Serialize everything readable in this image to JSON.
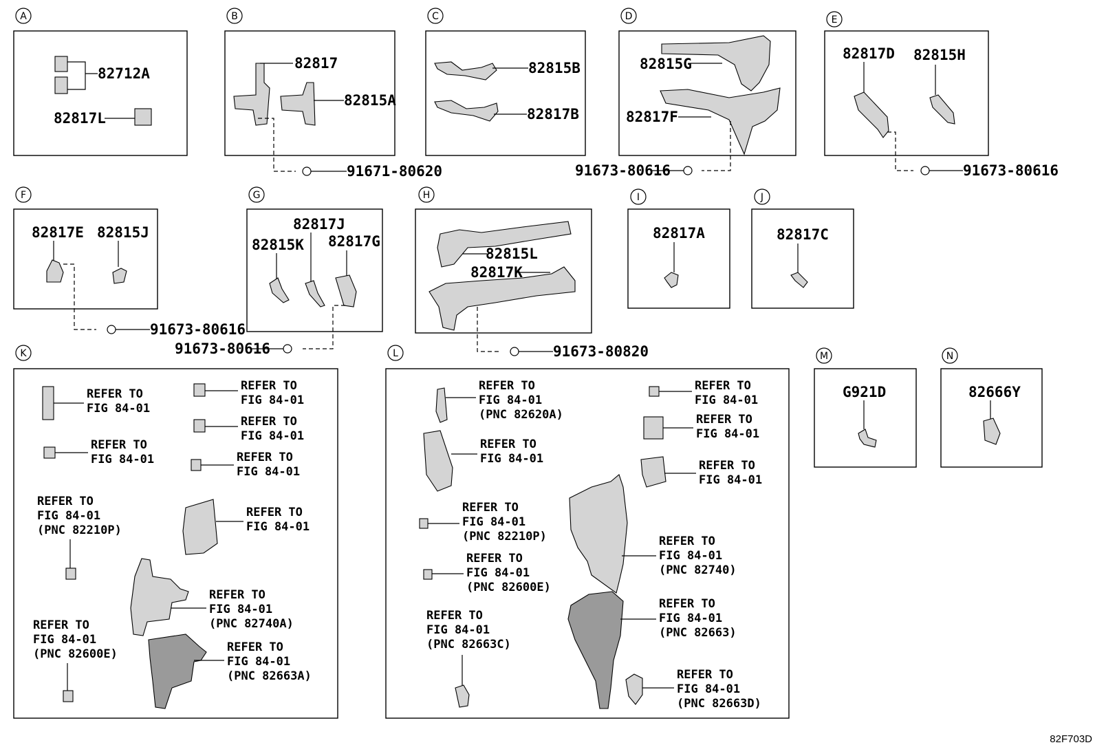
{
  "diagram_code": "82F703D",
  "sections": [
    {
      "id": "A",
      "labels": [
        "82712A",
        "82817L"
      ]
    },
    {
      "id": "B",
      "labels": [
        "82817",
        "82815A",
        "91671-80620"
      ]
    },
    {
      "id": "C",
      "labels": [
        "82815B",
        "82817B"
      ]
    },
    {
      "id": "D",
      "labels": [
        "82815G",
        "82817F",
        "91673-80616"
      ]
    },
    {
      "id": "E",
      "labels": [
        "82817D",
        "82815H",
        "91673-80616"
      ]
    },
    {
      "id": "F",
      "labels": [
        "82817E",
        "82815J",
        "91673-80616"
      ]
    },
    {
      "id": "G",
      "labels": [
        "82817J",
        "82815K",
        "82817G",
        "91673-80616"
      ]
    },
    {
      "id": "H",
      "labels": [
        "82815L",
        "82817K",
        "91673-80820"
      ]
    },
    {
      "id": "I",
      "labels": [
        "82817A"
      ]
    },
    {
      "id": "J",
      "labels": [
        "82817C"
      ]
    },
    {
      "id": "K",
      "refs": [
        [
          "REFER TO",
          "FIG 84-01"
        ],
        [
          "REFER TO",
          "FIG 84-01"
        ],
        [
          "REFER TO",
          "FIG 84-01"
        ],
        [
          "REFER TO",
          "FIG 84-01"
        ],
        [
          "REFER TO",
          "FIG 84-01"
        ],
        [
          "REFER TO",
          "FIG 84-01",
          "(PNC 82210P)"
        ],
        [
          "REFER TO",
          "FIG 84-01"
        ],
        [
          "REFER TO",
          "FIG 84-01",
          "(PNC 82740A)"
        ],
        [
          "REFER TO",
          "FIG 84-01",
          "(PNC 82600E)"
        ],
        [
          "REFER TO",
          "FIG 84-01",
          "(PNC 82663A)"
        ]
      ]
    },
    {
      "id": "L",
      "refs": [
        [
          "REFER TO",
          "FIG 84-01",
          "(PNC 82620A)"
        ],
        [
          "REFER TO",
          "FIG 84-01"
        ],
        [
          "REFER TO",
          "FIG 84-01",
          "(PNC 82210P)"
        ],
        [
          "REFER TO",
          "FIG 84-01",
          "(PNC 82600E)"
        ],
        [
          "REFER TO",
          "FIG 84-01",
          "(PNC 82663C)"
        ],
        [
          "REFER TO",
          "FIG 84-01"
        ],
        [
          "REFER TO",
          "FIG 84-01"
        ],
        [
          "REFER TO",
          "FIG 84-01"
        ],
        [
          "REFER TO",
          "FIG 84-01",
          "(PNC 82740)"
        ],
        [
          "REFER TO",
          "FIG 84-01",
          "(PNC 82663)"
        ],
        [
          "REFER TO",
          "FIG 84-01",
          "(PNC 82663D)"
        ]
      ]
    },
    {
      "id": "M",
      "labels": [
        "G921D"
      ]
    },
    {
      "id": "N",
      "labels": [
        "82666Y"
      ]
    }
  ]
}
